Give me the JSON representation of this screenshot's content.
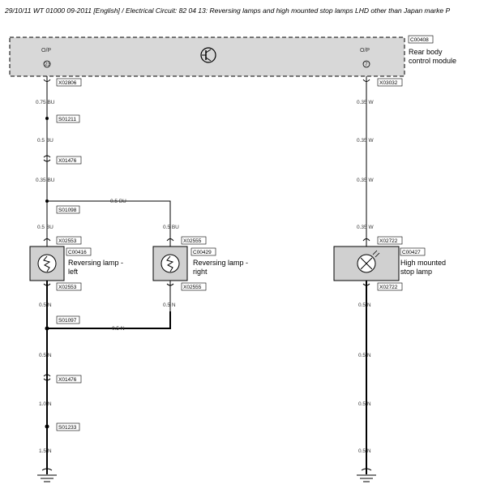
{
  "header": {
    "text": "29/10/11  WT 01000 09-2011 [English] / Electrical Circuit: 82 04 13: Reversing lamps and high mounted stop lamps LHD other than Japan marke  P"
  },
  "module": {
    "code": "C00408",
    "name_line1": "Rear body",
    "name_line2": "control module",
    "pin_left_label": "O/P",
    "pin_left_num": "23",
    "pin_right_label": "O/P",
    "pin_right_num": "7",
    "transistor_icon": "transistor-icon"
  },
  "left_branch": {
    "conn_top": "X02806",
    "wire1": "0.75 BU",
    "splice1": "S01211",
    "wire2": "0.5 BU",
    "conn_mid": "X01476",
    "wire3": "0.35 BU",
    "splice2": "S01098",
    "wire_cross": "0.5 BU",
    "wire4": "0.5 BU",
    "lamp_conn_top": "X02553",
    "lamp_code": "C00416",
    "lamp_line1": "Reversing lamp -",
    "lamp_line2": "left",
    "lamp_conn_bottom": "X02553",
    "wire5": "0.5 N",
    "splice3": "S01097",
    "wire_ground_cross": "0.5 N",
    "wire6": "0.5 N",
    "conn_low": "X01476",
    "wire7": "1.0 N",
    "splice4": "S01233",
    "wire8": "1.5 N"
  },
  "mid_branch": {
    "wire_top": "0.5 BU",
    "lamp_conn_top": "X02555",
    "lamp_code": "C00429",
    "lamp_line1": "Reversing lamp -",
    "lamp_line2": "right",
    "lamp_conn_bottom": "X02555",
    "wire_bottom": "0.5 N"
  },
  "right_branch": {
    "conn_top": "X03032",
    "wire1": "0.35 W",
    "wire2": "0.35 W",
    "wire3": "0.35 W",
    "wire4": "0.35 W",
    "lamp_conn_top": "X02722",
    "lamp_code": "C00427",
    "lamp_line1": "High mounted",
    "lamp_line2": "stop lamp",
    "lamp_conn_bottom": "X02722",
    "wire5": "0.5 N",
    "wire6": "0.5 N",
    "wire7": "0.5 N",
    "wire8": "0.5 N"
  },
  "colors": {
    "module_fill": "#d8d8d8",
    "lamp_fill": "#d0d0d0",
    "line": "#000000"
  }
}
